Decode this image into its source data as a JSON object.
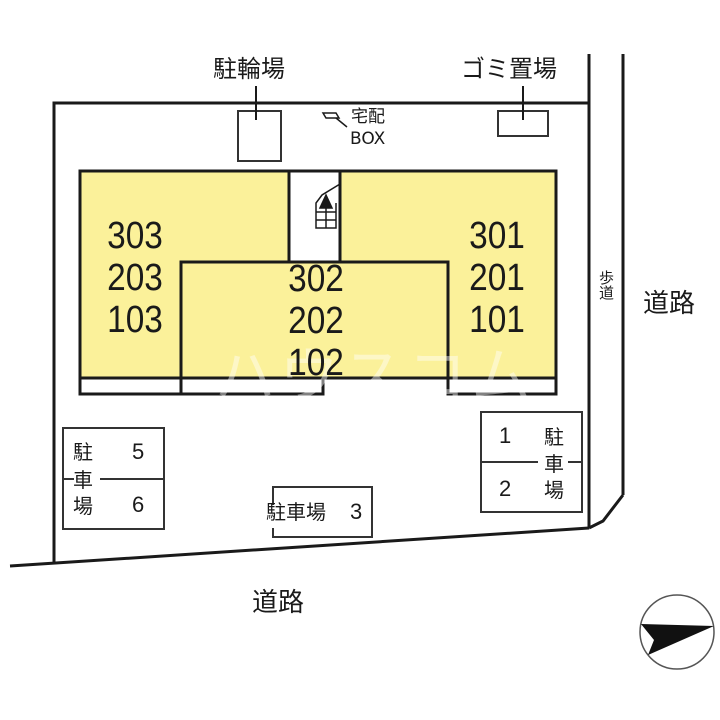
{
  "labels": {
    "bicycle_parking": "駐輪場",
    "garbage_area": "ゴミ置場",
    "delivery_box_line1": "宅配",
    "delivery_box_line2": "BOX",
    "sidewalk": "歩道",
    "road_east": "道路",
    "road_south": "道路"
  },
  "units": {
    "left": [
      "303",
      "203",
      "103"
    ],
    "center": [
      "302",
      "202",
      "102"
    ],
    "right": [
      "301",
      "201",
      "101"
    ]
  },
  "parking": {
    "left_block": {
      "label_chars": [
        "駐",
        "車",
        "場"
      ],
      "spaces": [
        "5",
        "6"
      ]
    },
    "center_block": {
      "label": "駐車場",
      "space": "3"
    },
    "right_block": {
      "label_chars": [
        "駐",
        "車",
        "場"
      ],
      "spaces": [
        "1",
        "2"
      ]
    }
  },
  "watermark": "ハウスコム",
  "compass": {
    "icon": "north-arrow-icon",
    "direction": "east"
  },
  "colors": {
    "unit_fill": "#fbf19a",
    "line": "#1a1a1a",
    "background": "#ffffff"
  }
}
